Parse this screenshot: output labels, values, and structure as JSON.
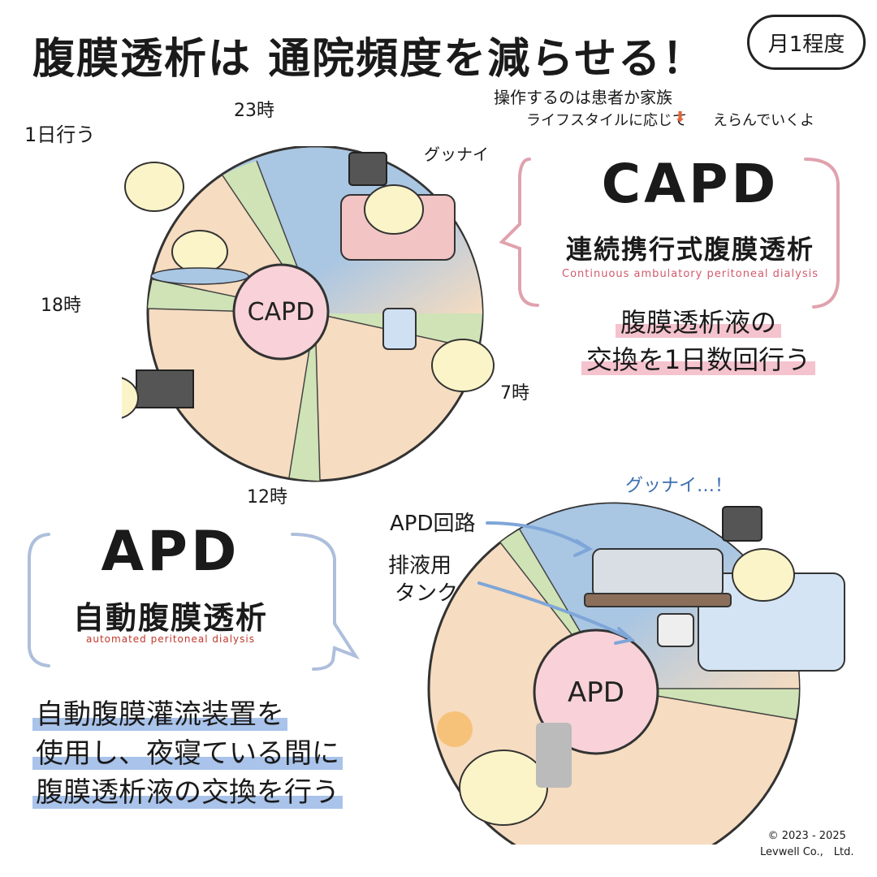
{
  "title": "腹膜透析は 通院頻度を減らせる！",
  "monthly_bubble": "月1程度",
  "operator_note": "操作するのは患者か家族",
  "lifestyle_note": "ライフスタイルに応じて",
  "choose_note": "えらんでいくよ",
  "per_day": "1日行う",
  "times": [
    "23時",
    "18時",
    "12時",
    "7時"
  ],
  "goodnight_1": "グッナイ",
  "goodnight_2": "グッナイ…！",
  "capd": {
    "hub_label": "CAPD",
    "name": "CAPD",
    "japanese_name": "連続携行式腹膜透析",
    "english_name": "Continuous ambulatory peritoneal dialysis",
    "description_line1": "腹膜透析液の",
    "description_line2": "交換を1日数回行う"
  },
  "apd": {
    "hub_label": "APD",
    "name": "APD",
    "japanese_name": "自動腹膜透析",
    "english_name": "automated peritoneal dialysis",
    "description_line1": "自動腹膜灌流装置を",
    "description_line2": "使用し、夜寝ている間に",
    "description_line3": "腹膜透析液の交換を行う",
    "label_circuit": "APD回路",
    "label_drain_tank_1": "排液用",
    "label_drain_tank_2": "タンク"
  },
  "copyright_line1": "© 2023 - 2025",
  "copyright_line2": "Levwell Co.,　Ltd.",
  "colors": {
    "night_blue": "#a9c6e3",
    "day_peach": "#f6dcc0",
    "exchange_green": "#cfe3b6",
    "hub_pink": "#f8d2d8",
    "capd_accent": "#e0a2ad",
    "apd_accent": "#aebfdc"
  }
}
